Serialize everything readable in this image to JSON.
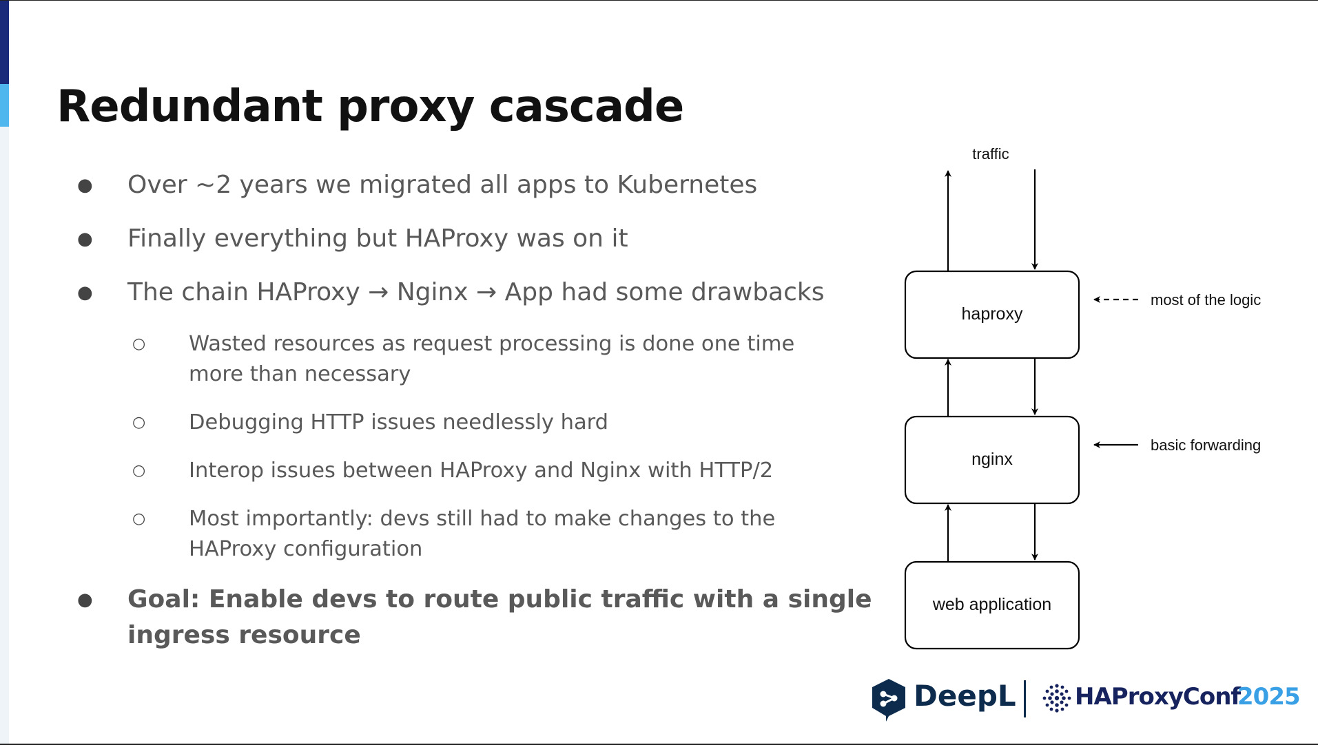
{
  "slide": {
    "title": "Redundant proxy cascade"
  },
  "bullets": [
    {
      "text": "Over ~2 years we migrated all apps to Kubernetes"
    },
    {
      "text": "Finally everything but HAProxy was on it"
    },
    {
      "text": "The chain HAProxy → Nginx → App had some drawbacks"
    }
  ],
  "sub_bullets": [
    {
      "line1": "Wasted resources as request processing is done one time",
      "line2": "more than necessary"
    },
    {
      "line1": "Debugging HTTP issues needlessly hard"
    },
    {
      "line1": "Interop issues between HAProxy and Nginx with HTTP/2"
    },
    {
      "line1": "Most importantly: devs still had to make changes to the",
      "line2": "HAProxy configuration"
    }
  ],
  "goal": {
    "line1": "Goal: Enable devs to route public traffic with a single",
    "line2": "ingress resource"
  },
  "diagram": {
    "traffic_label": "traffic",
    "boxes": [
      "haproxy",
      "nginx",
      "web application"
    ],
    "annotations": {
      "haproxy": "most of the logic",
      "nginx": "basic forwarding"
    }
  },
  "logos": {
    "deepl": "DeepL",
    "conf_name": "HAProxyConf",
    "conf_year": "2025"
  },
  "colors": {
    "accent_dark": "#1a2a7a",
    "accent_light": "#4fb6ee",
    "bullet_text": "#595959",
    "deepl_navy": "#0d2b4d",
    "conf_blue": "#3aa0e6"
  }
}
